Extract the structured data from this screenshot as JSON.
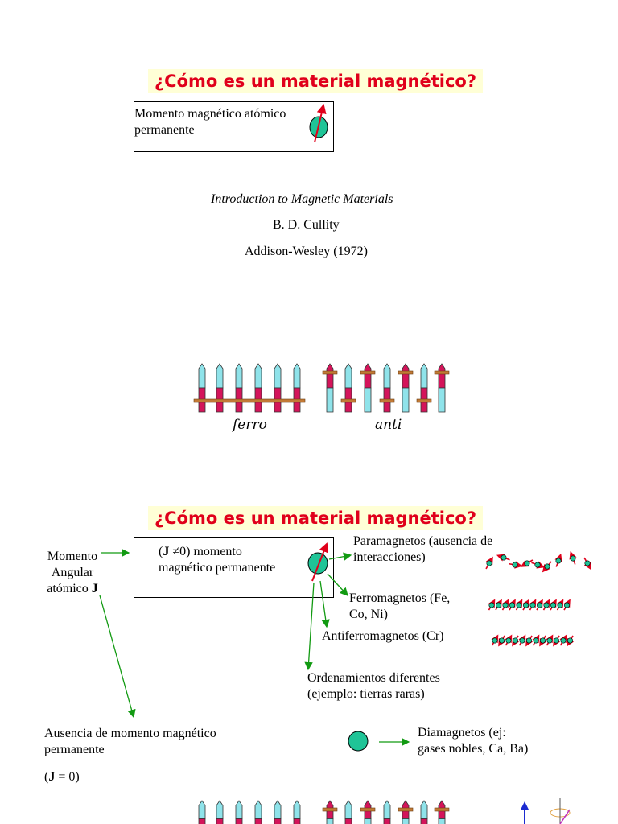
{
  "slide1": {
    "title": "¿Cómo es un material magnético?",
    "box_text_line1": "Momento magnético atómico",
    "box_text_line2": "permanente",
    "book_title": "Introduction to Magnetic Materials",
    "author": "B. D. Cullity",
    "publisher": "Addison-Wesley (1972)",
    "ferro_label": "ferro",
    "anti_label": "anti"
  },
  "slide2": {
    "title": "¿Cómo es un material magnético?",
    "momento_line1": "Momento",
    "momento_line2": "Angular",
    "momento_line3_text": "atómico ",
    "momento_line3_bold": "J",
    "box_line1_open": "(",
    "box_line1_bold": "J",
    "box_line1_rest": " ≠0) momento",
    "box_line2": "magnético permanente",
    "para_line1": "Paramagnetos (ausencia de",
    "para_line2": "interacciones)",
    "ferro_line1": "Ferromagnetos (Fe,",
    "ferro_line2": "Co, Ni)",
    "antiferro": "Antiferromagnetos (Cr)",
    "orden_line1": "Ordenamientos diferentes",
    "orden_line2": "(ejemplo: tierras raras)",
    "ausencia_line1": "Ausencia de momento magnético",
    "ausencia_line2": "permanente",
    "j0_open": "(",
    "j0_bold": "J",
    "j0_rest": " = 0)",
    "dia_line1": "Diamagnetos (ej:",
    "dia_line2": "gases nobles, Ca, Ba)"
  },
  "colors": {
    "title_red": "#e0001b",
    "title_bg": "#ffffd6",
    "atom_green": "#1fc497",
    "arrow_green": "#129a12",
    "moment_red": "#e0001b",
    "needle_cyan": "#8fe3ea",
    "needle_magenta": "#d4145a",
    "bar_brown": "#c27a36"
  }
}
